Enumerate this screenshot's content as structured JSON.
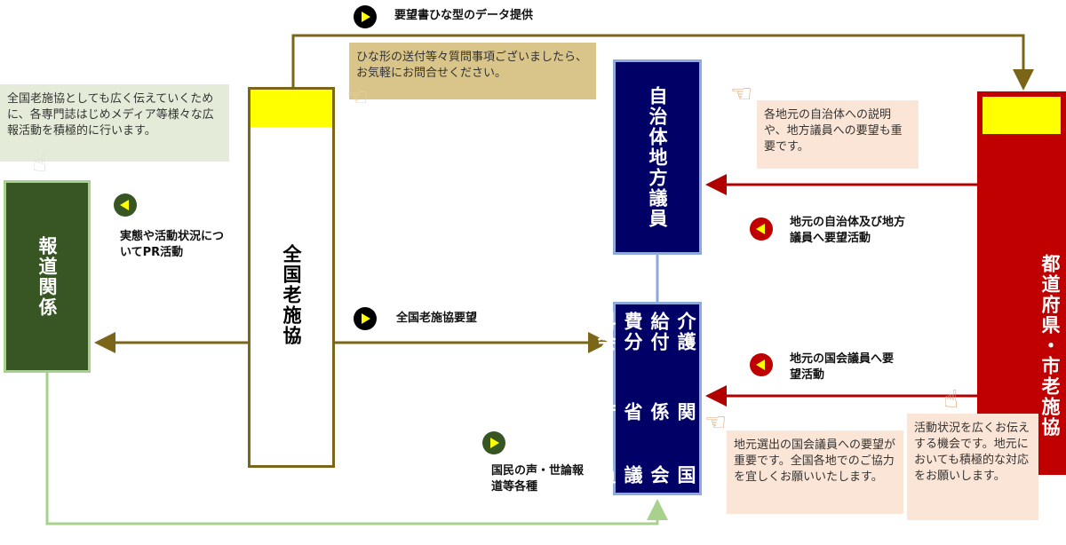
{
  "labels": {
    "template_data": "要望書ひな型のデータ提供",
    "pr_activity": "実態や活動状況についてPR活動",
    "national_request": "全国老施協要望",
    "public_voice": "国民の声・世論報道等各種",
    "local_gov_request": "地元の自治体及び地方議員へ要望活動",
    "diet_request": "地元の国会議員へ要望活動"
  },
  "boxes": {
    "media": "報道関係",
    "national": "全国老施協",
    "local_gov_line1": "自治体",
    "local_gov_line2": "地方議員",
    "gov_col1": "介護給付費分科会",
    "gov_col2": "関係省庁",
    "gov_col3": "国会議員",
    "prefecture_line1": "都道府県・市",
    "prefecture_line2": "老施協"
  },
  "notes": {
    "media_note": "全国老施協としても広く伝えていくために、各専門誌はじめメディア等様々な広報活動を積極的に行います。",
    "template_note": "ひな形の送付等々質問事項ございましたら、お気軽にお問合せください。",
    "local_note": "各地元の自治体への説明や、地方議員への要望も重要です。",
    "diet_note": "地元選出の国会議員への要望が重要です。全国各地でのご協力を宜しくお願いいたします。",
    "prefecture_note": "活動状況を広くお伝えする機会です。地元においても積極的な対応をお願いします。"
  },
  "colors": {
    "brown": "#7a6519",
    "navy": "#000066",
    "red": "#c00000",
    "green": "#375623",
    "yellow": "#ffff00"
  }
}
